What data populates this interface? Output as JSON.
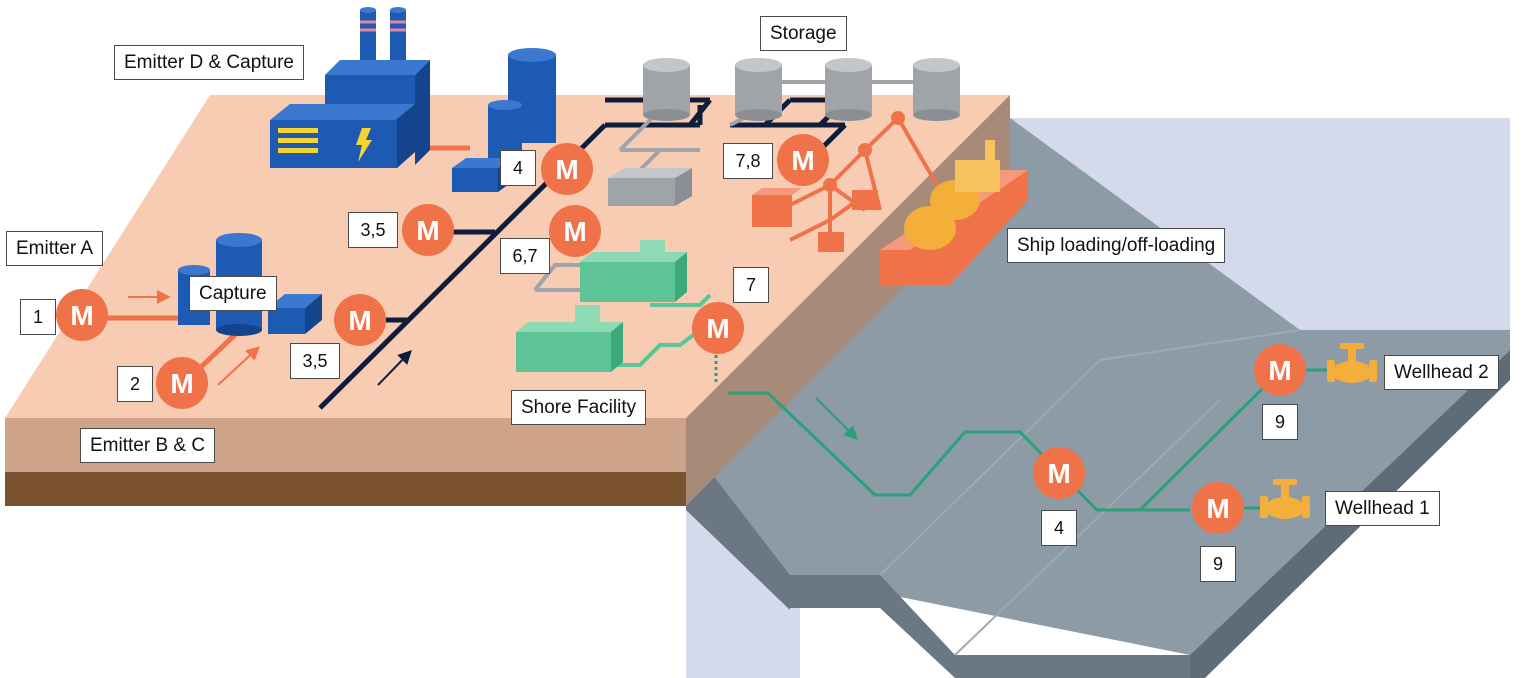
{
  "labels": {
    "emitter_a": "Emitter A",
    "emitter_bc": "Emitter B & C",
    "emitter_d_capture": "Emitter D & Capture",
    "capture": "Capture",
    "storage": "Storage",
    "shore_facility": "Shore Facility",
    "ship_loading": "Ship loading/off-loading",
    "wellhead_1": "Wellhead 1",
    "wellhead_2": "Wellhead 2"
  },
  "meter_symbol": "M",
  "meter_numbers": {
    "emitter_a": "1",
    "emitter_bc": "2",
    "capture_outlet": "3,5",
    "trunk_mid": "3,5",
    "trunk_top": "4",
    "gas_processing": "6,7",
    "storage_link": "7,8",
    "shore_outlet": "7",
    "subsea": "4",
    "wellhead_1": "9",
    "wellhead_2": "9"
  },
  "colors": {
    "land_top": "#f8cbb3",
    "land_side": "#cda48a",
    "soil": "#7a5230",
    "sea_top": "#8c9ba5",
    "sea_side": "#6b7884",
    "water_bg": "#d5d9ec",
    "meter": "#ef7249",
    "pipeline_land": "#0f1d3d",
    "pipeline_sea": "#2aa17a",
    "emitter_blue": "#1d5ab4",
    "storage_grey": "#a0a4a8",
    "shore_green": "#5cc496",
    "ship_orange": "#ef7249",
    "valve_yellow": "#f4ae3a"
  },
  "icons": [
    "factory-icon",
    "lightning-icon",
    "storage-tank-icon",
    "meter-icon",
    "valve-icon",
    "ship-icon",
    "flow-arrow-icon"
  ]
}
